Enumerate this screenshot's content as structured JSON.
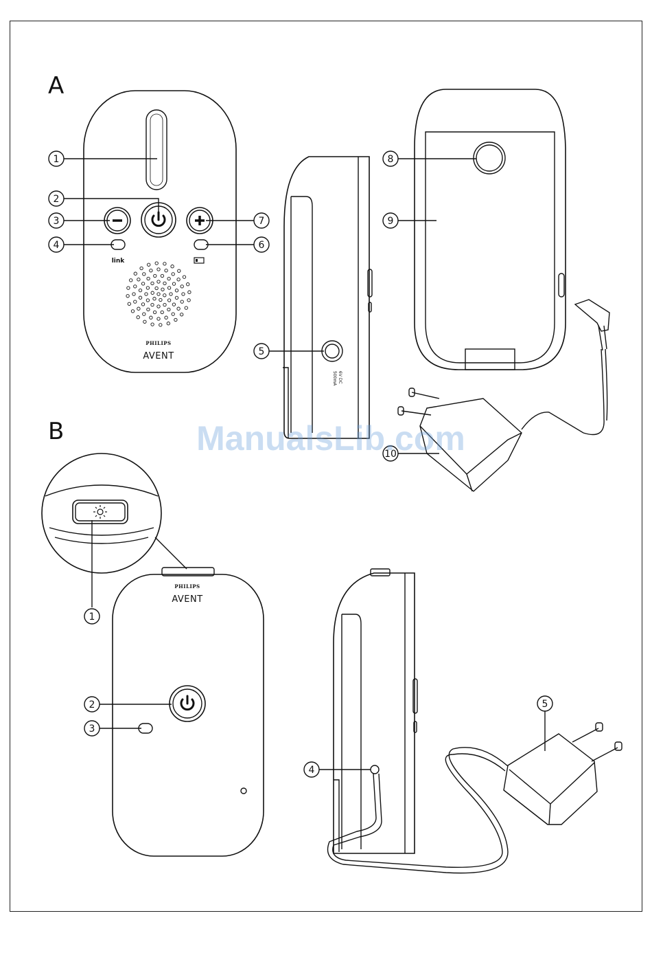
{
  "sections": {
    "a": "A",
    "b": "B"
  },
  "parent_unit": {
    "callouts": [
      "1",
      "2",
      "3",
      "4",
      "5",
      "6",
      "7",
      "8",
      "9",
      "10"
    ],
    "link_label": "link",
    "brand_top": "PHILIPS",
    "brand_main": "AVENT",
    "socket_spec_1": "6V DC",
    "socket_spec_2": "500mA"
  },
  "baby_unit": {
    "callouts": [
      "1",
      "2",
      "3",
      "4",
      "5"
    ],
    "brand_top": "PHILIPS",
    "brand_main": "AVENT"
  },
  "watermark": "ManualsLib.com",
  "icons": [
    "power-icon",
    "minus-icon",
    "plus-icon",
    "battery-icon",
    "nightlight-icon"
  ]
}
